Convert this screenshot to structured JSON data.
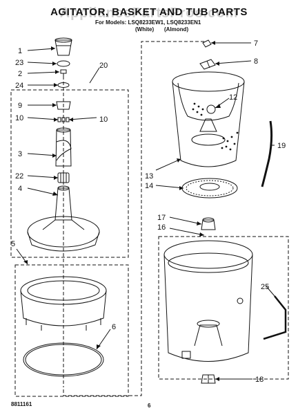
{
  "header": {
    "title": "AGITATOR, BASKET AND TUB PARTS",
    "watermark": "AppliancePartsPros.com",
    "model_line": "For Models: LSQ8233EW1, LSQ8233EN1",
    "color_white": "(White)",
    "color_almond": "(Almond)"
  },
  "footer": {
    "part_number": "8811161",
    "page_number": "6"
  },
  "callouts": [
    "1",
    "23",
    "2",
    "24",
    "20",
    "9",
    "10",
    "10",
    "3",
    "22",
    "4",
    "5",
    "6",
    "7",
    "8",
    "12",
    "19",
    "13",
    "14",
    "17",
    "16",
    "25",
    "18"
  ]
}
